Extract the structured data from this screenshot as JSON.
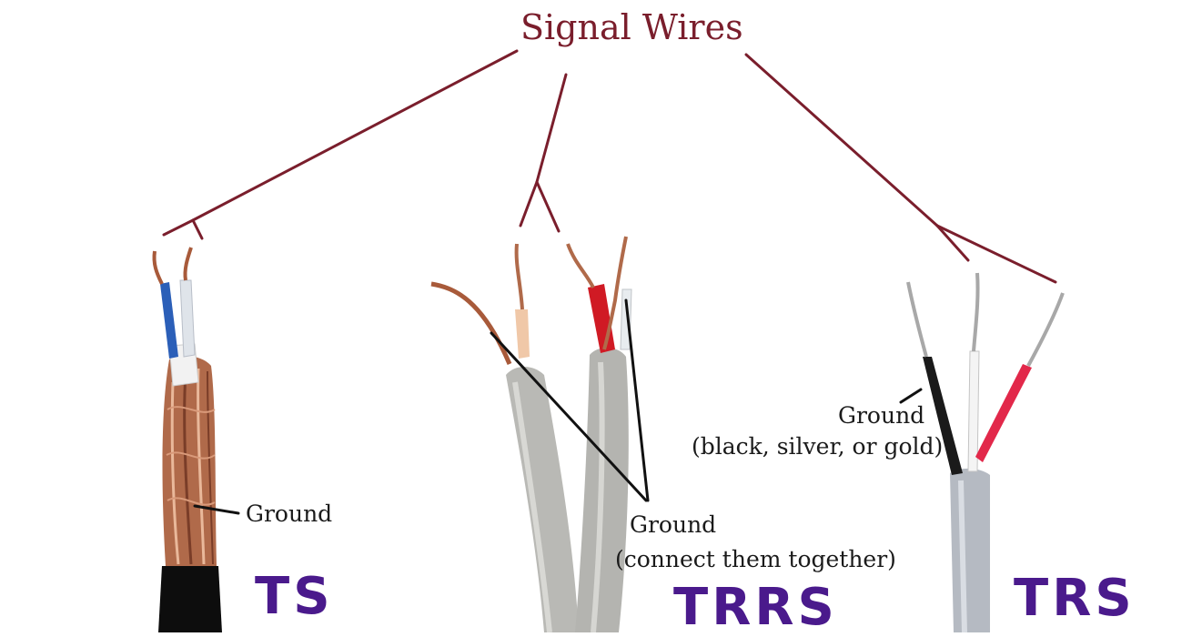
{
  "title": "Signal Wires",
  "labels": {
    "ts_ground": "Ground",
    "trrs_ground": "Ground",
    "trrs_ground_note": "(connect them together)",
    "trs_ground": "Ground",
    "trs_ground_note": "(black, silver, or gold)"
  },
  "cable_types": {
    "ts": "TS",
    "trrs": "TRRS",
    "trs": "TRS"
  },
  "colors": {
    "title": "#7a1e2c",
    "signal_lines": "#7a1e2c",
    "cable_type_text": "#4a1a8c",
    "leader_lines": "#111111"
  },
  "icons": [
    "ts-cable-photo",
    "trrs-cable-photo",
    "trs-cable-photo"
  ]
}
